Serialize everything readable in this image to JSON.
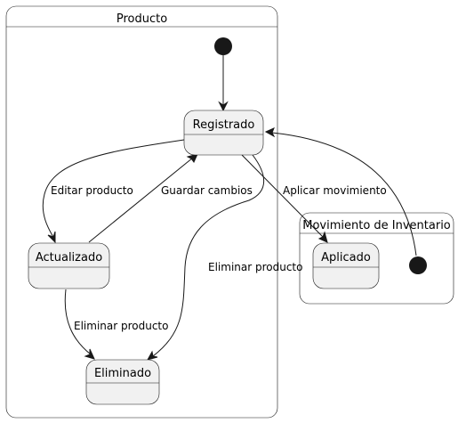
{
  "diagram": {
    "composites": {
      "producto": "Producto",
      "movimiento": "Movimiento de Inventario"
    },
    "states": {
      "registrado": "Registrado",
      "actualizado": "Actualizado",
      "eliminado": "Eliminado",
      "aplicado": "Aplicado"
    },
    "transitions": {
      "editar": "Editar producto",
      "guardar": "Guardar cambios",
      "aplicar": "Aplicar movimiento",
      "eliminar_registrado": "Eliminar producto",
      "eliminar_actualizado": "Eliminar producto"
    }
  }
}
